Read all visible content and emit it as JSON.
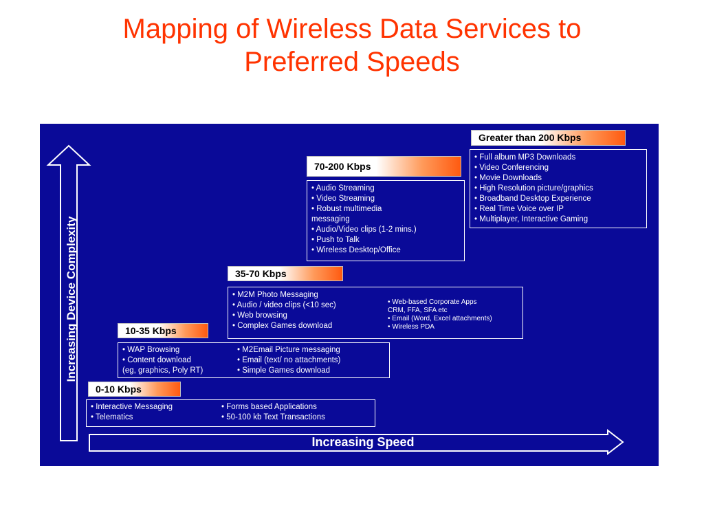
{
  "title": {
    "line1": "Mapping of Wireless Data Services to",
    "line2": "Preferred Speeds"
  },
  "diagram": {
    "vertical_axis_label": "Increasing Device Complexity",
    "horizontal_axis_label": "Increasing Speed",
    "colors": {
      "background": "#0a0a98",
      "title": "#ff3300",
      "header_gradient_end": "#ff5a10",
      "text": "#ffffff"
    },
    "tiers": [
      {
        "label": "0-10 Kbps",
        "col1": [
          "• Interactive Messaging",
          "• Telematics"
        ],
        "col2": [
          "• Forms based Applications",
          "• 50-100 kb Text Transactions"
        ]
      },
      {
        "label": "10-35 Kbps",
        "col1": [
          "• WAP Browsing",
          "• Content download",
          "(eg, graphics, Poly RT)"
        ],
        "col2": [
          "• M2Email Picture messaging",
          "• Email (text/ no attachments)",
          "• Simple Games download"
        ]
      },
      {
        "label": "35-70 Kbps",
        "col1": [
          "• M2M Photo Messaging",
          "• Audio / video clips (<10 sec)",
          "• Web browsing",
          "• Complex Games download"
        ],
        "col2": [
          "• Web-based Corporate Apps",
          "CRM, FFA, SFA etc",
          "• Email (Word, Excel attachments)",
          "• Wireless PDA"
        ]
      },
      {
        "label": "70-200 Kbps",
        "col1": [
          "• Audio Streaming",
          "• Video Streaming",
          "• Robust multimedia messaging",
          "• Audio/Video clips (1-2 mins.)",
          "• Push to Talk",
          "• Wireless Desktop/Office"
        ]
      },
      {
        "label": "Greater than 200 Kbps",
        "col1": [
          "• Full album MP3 Downloads",
          "• Video Conferencing",
          "• Movie Downloads",
          "• High Resolution picture/graphics",
          "• Broadband Desktop Experience",
          "• Real Time Voice over IP",
          "• Multiplayer, Interactive Gaming"
        ]
      }
    ]
  }
}
